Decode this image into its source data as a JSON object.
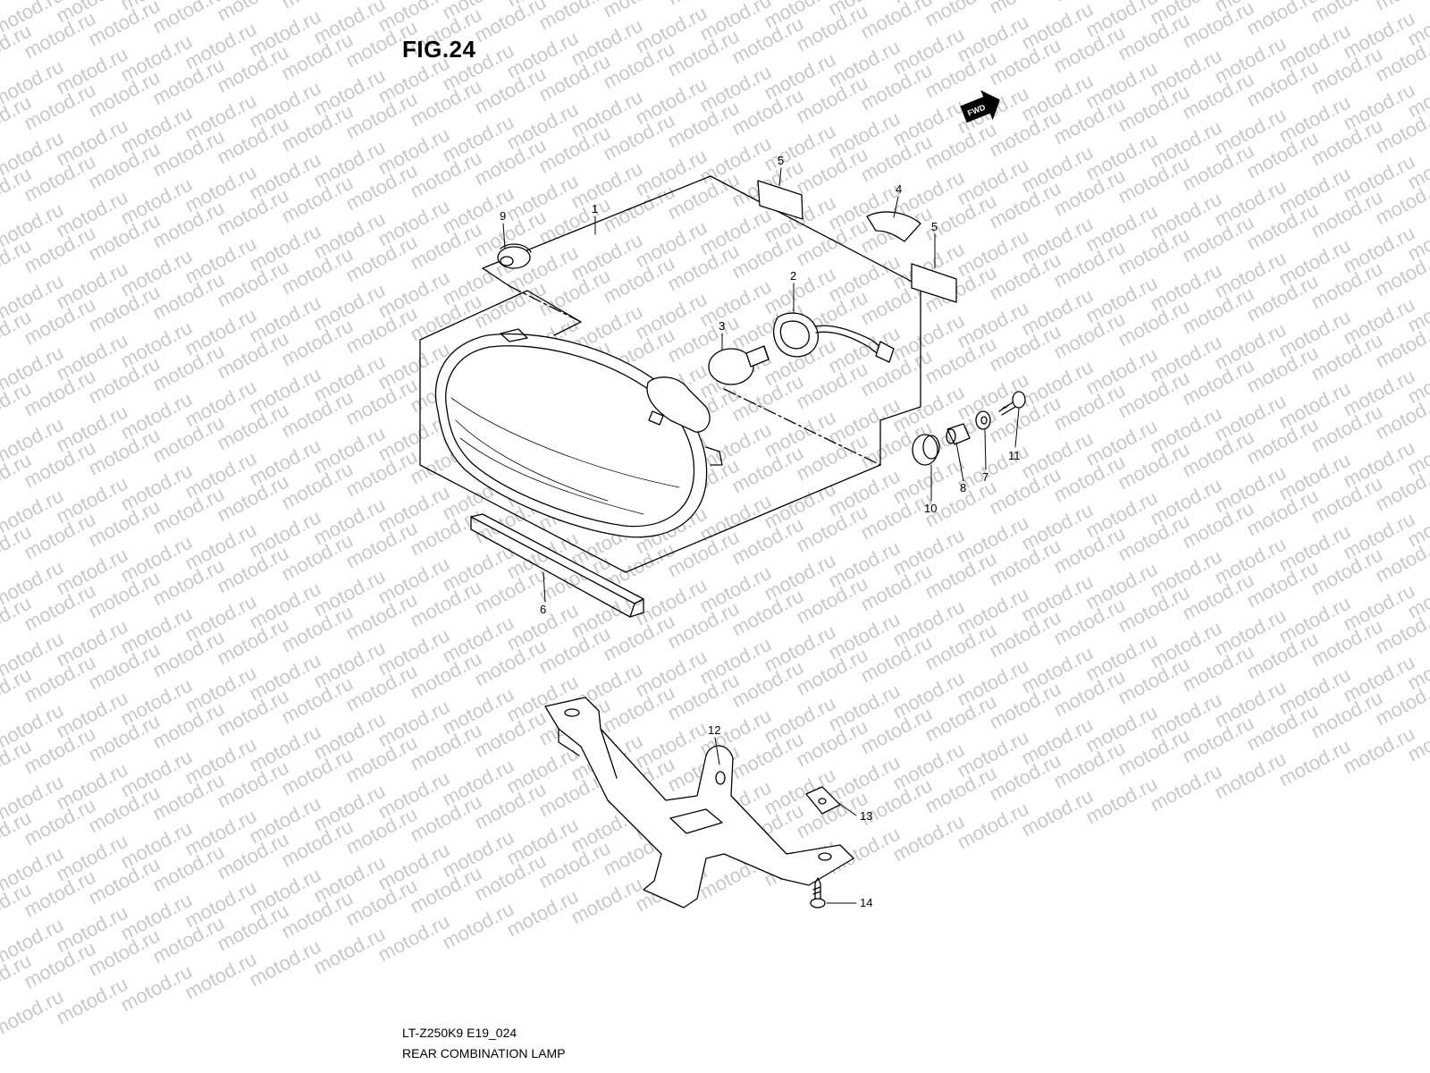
{
  "figure": {
    "title": "FIG.24",
    "code": "LT-Z250K9 E19_024",
    "caption": "REAR COMBINATION LAMP"
  },
  "watermark": {
    "text": "motod.ru",
    "color": "#c8c8c8"
  },
  "direction_badge": {
    "text": "FWD"
  },
  "callouts": [
    "1",
    "2",
    "3",
    "4",
    "5",
    "5",
    "6",
    "7",
    "8",
    "9",
    "10",
    "11",
    "12",
    "13",
    "14"
  ]
}
